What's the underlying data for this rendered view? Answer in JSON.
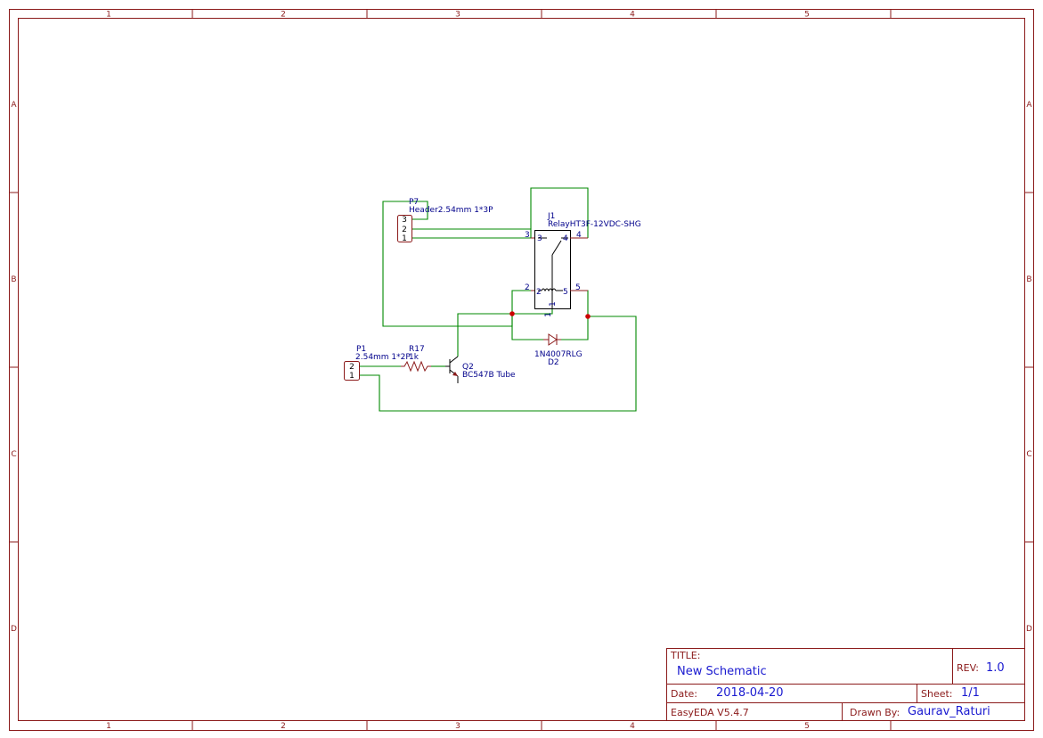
{
  "zones": {
    "columns": [
      "1",
      "2",
      "3",
      "4",
      "5"
    ],
    "rows": [
      "A",
      "B",
      "C",
      "D"
    ]
  },
  "components": {
    "p7": {
      "ref": "P7",
      "value": "Header2.54mm 1*3P",
      "pins": [
        "3",
        "2",
        "1"
      ]
    },
    "j1": {
      "ref": "J1",
      "value": "RelayHT3F-12VDC-SHG",
      "pins": {
        "p3": "3",
        "p4": "4",
        "p2": "2",
        "p5": "5",
        "p1": "1"
      }
    },
    "p1": {
      "ref": "P1",
      "value": "2.54mm 1*2P",
      "pins": [
        "2",
        "1"
      ]
    },
    "r17": {
      "ref": "R17",
      "value": "1k"
    },
    "q2": {
      "ref": "Q2",
      "value": "BC547B Tube"
    },
    "d2": {
      "ref": "D2",
      "value": "1N4007RLG"
    }
  },
  "title_block": {
    "title_label": "TITLE:",
    "title_value": "New Schematic",
    "rev_label": "REV:",
    "rev_value": "1.0",
    "date_label": "Date:",
    "date_value": "2018-04-20",
    "sheet_label": "Sheet:",
    "sheet_value": "1/1",
    "software": "EasyEDA V5.4.7",
    "drawn_label": "Drawn By:",
    "drawn_value": "Gaurav_Raturi"
  }
}
